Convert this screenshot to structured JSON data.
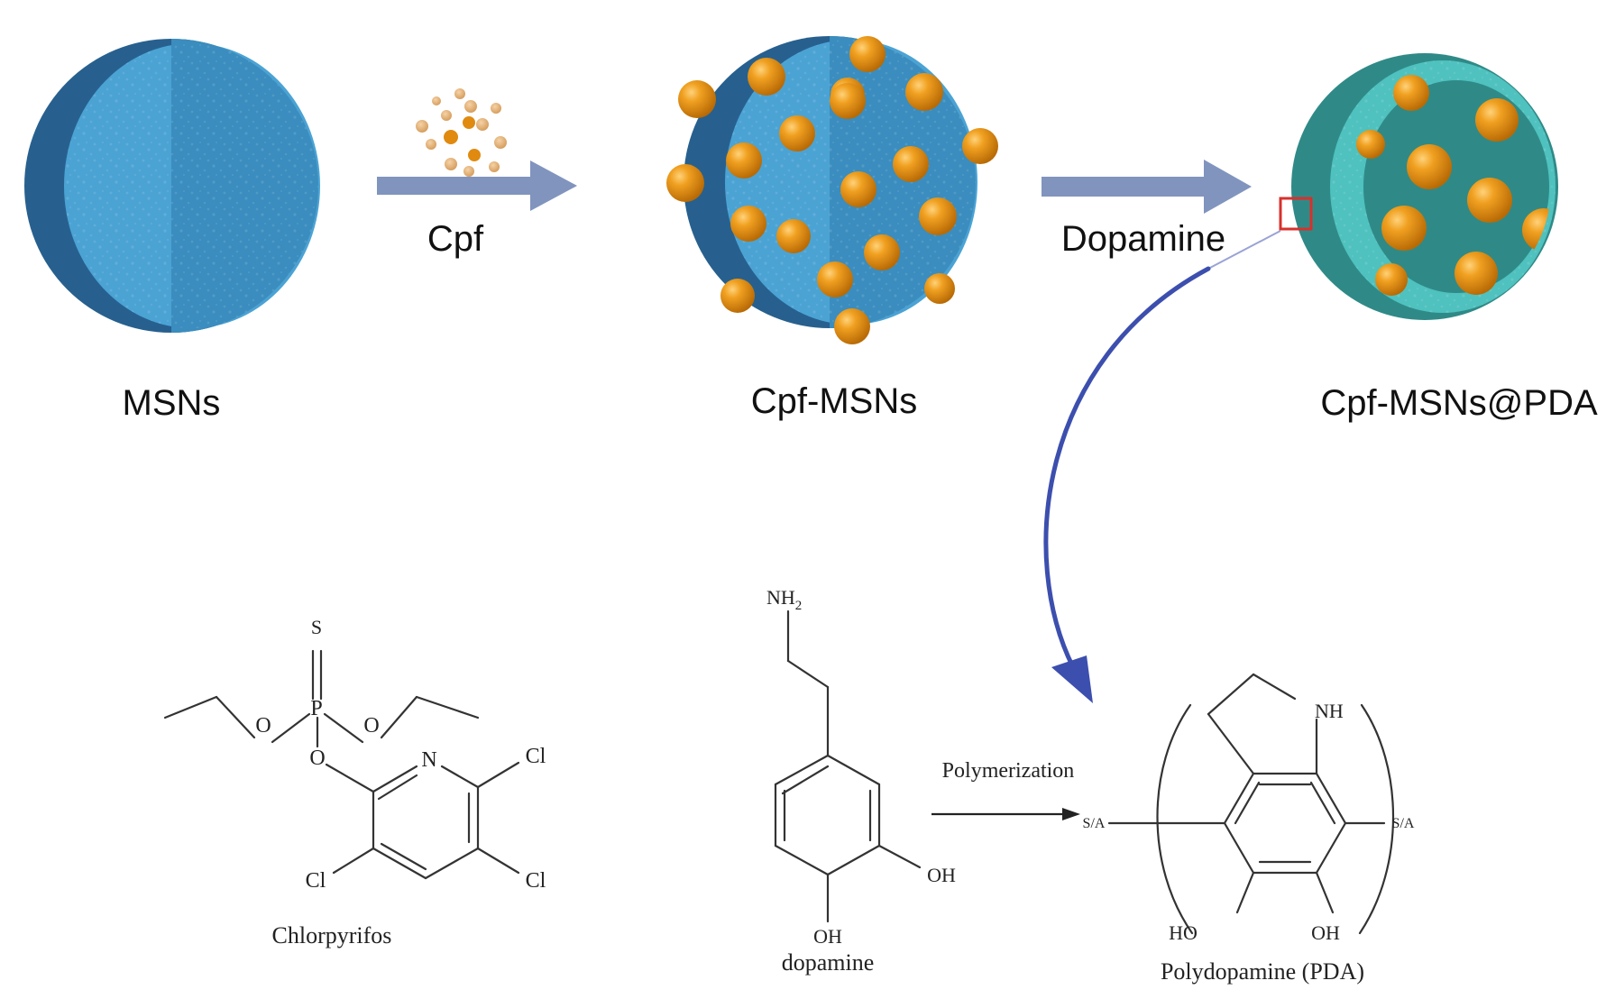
{
  "top": {
    "stage_labels": [
      "MSNs",
      "Cpf-MSNs",
      "Cpf-MSNs@PDA"
    ],
    "arrow_labels": [
      "Cpf",
      "Dopamine"
    ]
  },
  "chem": {
    "chlorpyrifos": {
      "name": "Chlorpyrifos",
      "atoms": {
        "S": "S",
        "P": "P",
        "O1": "O",
        "O2": "O",
        "O3": "O",
        "N": "N",
        "Cl1": "Cl",
        "Cl2": "Cl",
        "Cl3": "Cl"
      }
    },
    "dopamine": {
      "name": "dopamine",
      "nh2_main": "NH",
      "nh2_sub": "2",
      "oh1": "OH",
      "oh2": "OH"
    },
    "reaction_label": "Polymerization",
    "pda": {
      "name": "Polydopamine (PDA)",
      "nh": "NH",
      "ho": "HO",
      "oh": "OH",
      "end_left": "S/A",
      "end_right": "S/A"
    }
  },
  "colors": {
    "sphere_dark": "#27608e",
    "sphere_light": "#4ba3d4",
    "sphere_mid": "#3a8dbe",
    "drug_orange": "#e08a10",
    "arrow_fill": "#8094be",
    "pda_shell": "#2f8a87",
    "pda_inner": "#4fc1be",
    "curve_blue": "#3c4fae",
    "marker_red": "#d9302c"
  }
}
